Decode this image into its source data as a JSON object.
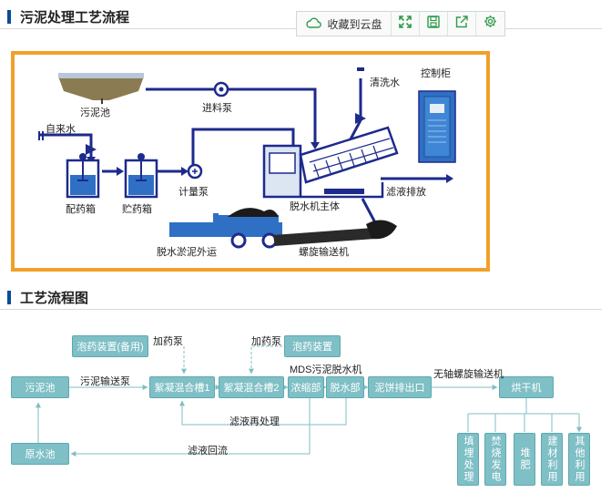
{
  "section1": {
    "title": "污泥处理工艺流程"
  },
  "toolbar": {
    "cloud_label": "收藏到云盘",
    "icons": [
      "cloud-icon",
      "expand-icon",
      "save-icon",
      "share-icon",
      "settings-icon"
    ],
    "accent": "#2e9b4a"
  },
  "process_image": {
    "labels": {
      "sludge_tank": "污泥池",
      "feed_pump": "进料泵",
      "wash_water": "清洗水",
      "control_cabinet": "控制柜",
      "tap_water": "自来水",
      "mixing_tank": "配药箱",
      "storage_tank": "贮药箱",
      "metering_pump": "计量泵",
      "dewater_main": "脱水机主体",
      "filtrate_discharge": "滤液排放",
      "sludge_transport": "脱水淤泥外运",
      "screw_conveyor": "螺旋输送机"
    },
    "frame_color": "#f0a02a",
    "pipe_color": "#1e2a8c"
  },
  "section2": {
    "title": "工艺流程图"
  },
  "flowchart": {
    "nodes": {
      "sludge_pool": "污泥池",
      "foam_backup": "泡药装置(备用)",
      "floc1": "絮凝混合槽1",
      "floc2": "絮凝混合槽2",
      "foam": "泡药装置",
      "thicken": "浓缩部",
      "dewater": "脱水部",
      "cake_out": "泥饼排出口",
      "dryer": "烘干机",
      "raw_pool": "原水池"
    },
    "end_uses": [
      "填埋处理",
      "焚烧发电",
      "堆肥",
      "建材利用",
      "其他利用"
    ],
    "labels": {
      "add_agent1": "加药泵",
      "add_agent2": "加药泵",
      "transfer_pump": "污泥输送泵",
      "mds": "MDS污泥脱水机",
      "shaftless": "无轴螺旋输送机",
      "refilter": "滤液再处理",
      "backflow": "滤液回流"
    },
    "node_color": "#7fbfc6"
  }
}
